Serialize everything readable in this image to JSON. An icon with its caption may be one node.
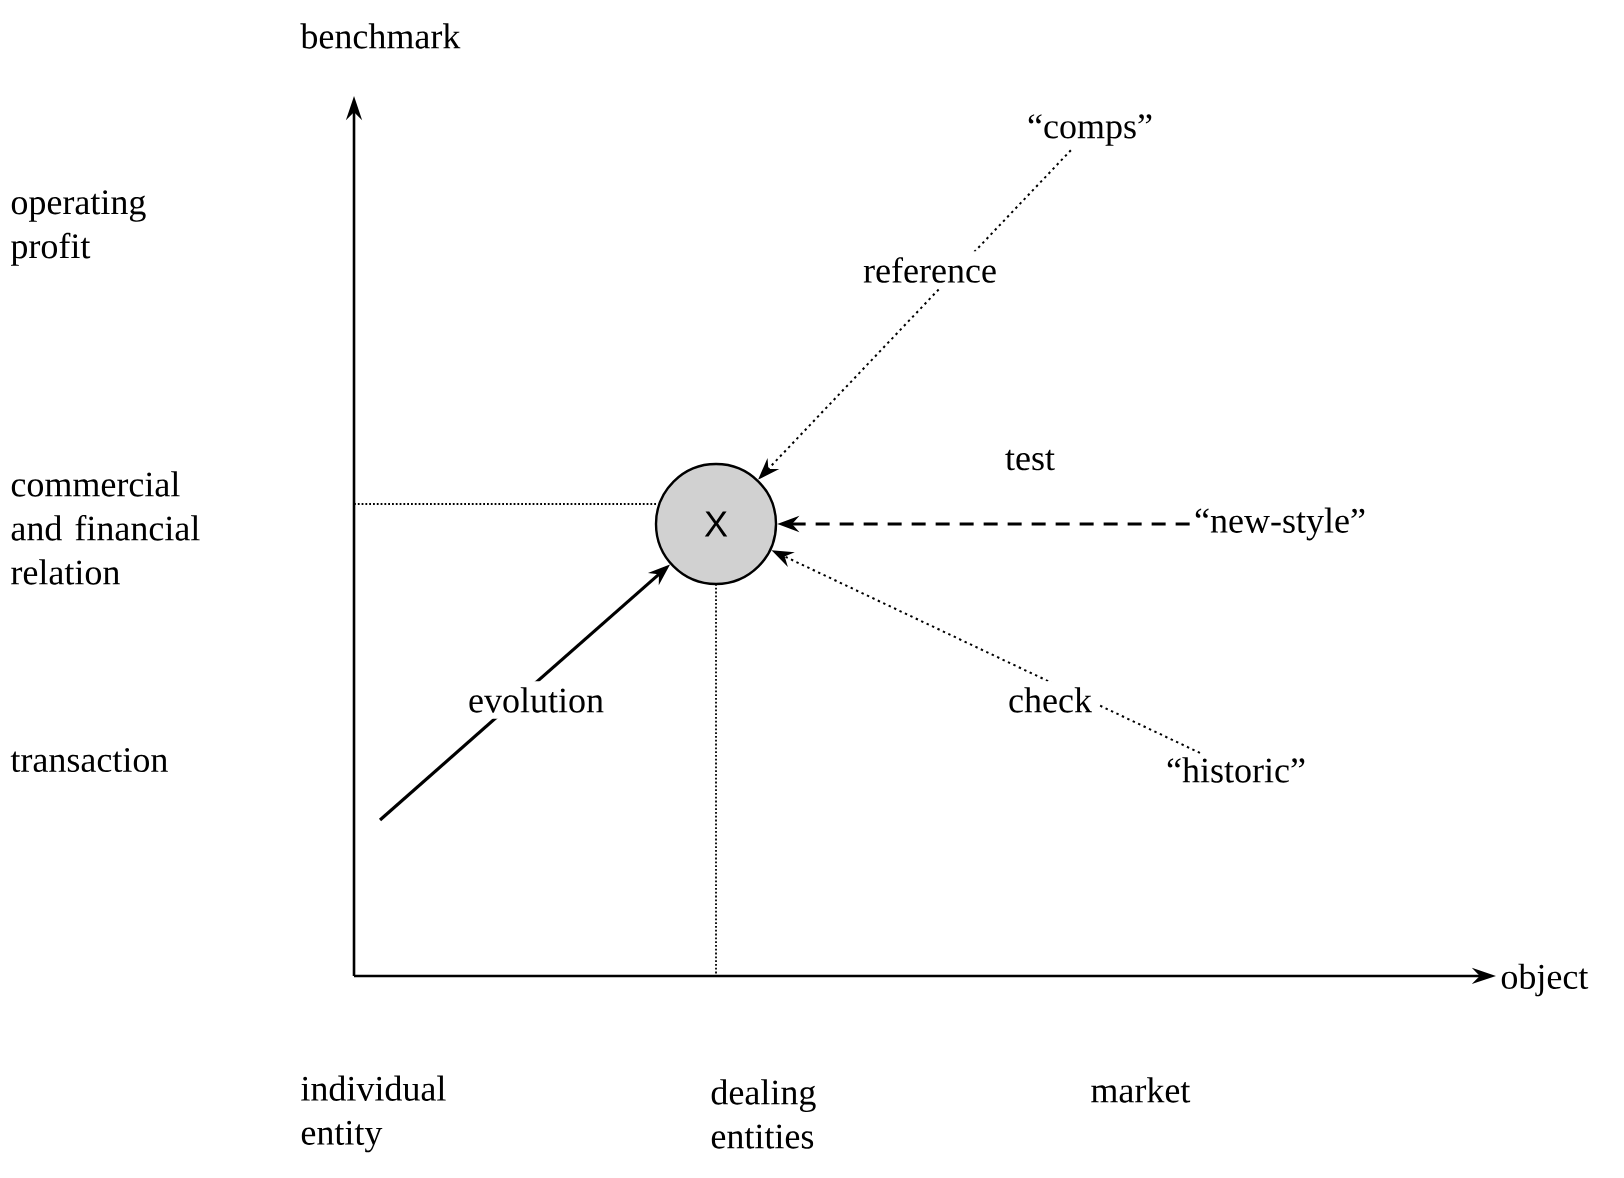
{
  "diagram": {
    "nodes": [
      {
        "text": [
          "X"
        ]
      },
      {
        "text": [
          "“comps”"
        ]
      },
      {
        "text": [
          "“new-style”"
        ]
      },
      {
        "text": [
          "“historic”"
        ]
      }
    ],
    "edges": [
      {
        "from": 1,
        "to": 0,
        "arrow": "to",
        "label": "reference",
        "style": "dashed"
      },
      {
        "from": 2,
        "to": 0,
        "arrow": "to",
        "label": "test",
        "style": "dashed"
      },
      {
        "from": 3,
        "to": 0,
        "arrow": "to",
        "label": "check",
        "style": "dashed"
      },
      {
        "from": null,
        "to": 0,
        "arrow": "to",
        "label": "evolution"
      }
    ],
    "labels": [
      "benchmark",
      "operating profit",
      "commercial and financial relation",
      "transaction",
      "object",
      "individual entity",
      "dealing entities",
      "market"
    ]
  }
}
